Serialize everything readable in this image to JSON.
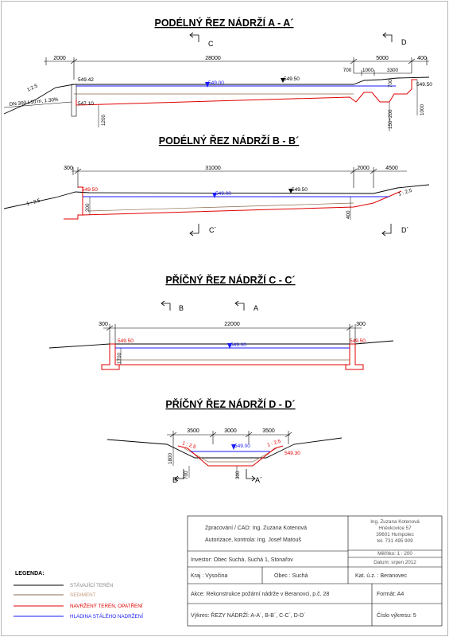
{
  "titles": {
    "aa": "PODÉLNÝ ŘEZ NÁDRŽÍ   A - A´",
    "bb": "PODÉLNÝ ŘEZ NÁDRŽÍ   B - B´",
    "cc": "PŘÍČNÝ ŘEZ NÁDRŽÍ   C - C´",
    "dd": "PŘÍČNÝ ŘEZ NÁDRŽÍ   D - D´"
  },
  "section_aa": {
    "dims_top": [
      "2000",
      "28000",
      "5000",
      "400"
    ],
    "dims_sub": [
      "700",
      "1000",
      "3300"
    ],
    "levels": [
      "549.42",
      "549.00",
      "549.50",
      "547.10",
      "549.50"
    ],
    "vertical_dims": [
      "1200",
      "700",
      "150÷200",
      "1000"
    ],
    "pipe_label": "DN 300 L10 m, 1.30%",
    "slope_label": "1:2.5",
    "markers": [
      "C",
      "D"
    ]
  },
  "section_bb": {
    "dims_top": [
      "300",
      "31000",
      "2000",
      "4500"
    ],
    "levels": [
      "549.50",
      "549.00",
      "549.50"
    ],
    "vertical_dims": [
      "200",
      "400"
    ],
    "slope_left": "1 : 2.5",
    "slope_right": "1 : 2.5",
    "markers": [
      "C´",
      "D´"
    ]
  },
  "section_cc": {
    "dims_top": [
      "300",
      "22000",
      "300"
    ],
    "levels": [
      "549.50",
      "549.00",
      "549.50"
    ],
    "vertical_dims": [
      "1700"
    ],
    "markers": [
      "B",
      "A"
    ]
  },
  "section_dd": {
    "dims_top": [
      "3500",
      "3000",
      "3500"
    ],
    "levels": [
      "549.00",
      "549.30"
    ],
    "vertical_dims": [
      "1800",
      "700",
      "300"
    ],
    "slope_left": "1 : 2.5",
    "slope_right": "1 : 2.5",
    "markers": [
      "B´",
      "A´"
    ]
  },
  "legend": {
    "title": "LEGENDA:",
    "items": [
      {
        "label": "STÁVAJÍCÍ TERÉN",
        "color": "#000000"
      },
      {
        "label": "SEDIMENT",
        "color": "#8b6a4e"
      },
      {
        "label": "NAVRŽENÝ TERÉN, OPATŘENÍ",
        "color": "#e00000"
      },
      {
        "label": "HLADINA STÁLÉHO NADRŽENÍ",
        "color": "#1a1aff"
      }
    ]
  },
  "title_block": {
    "zpracovani": "Zpracování / CAD: Ing. Zuzana Kotenová",
    "autorizace": "Autorizace, kontrola: Ing. Josef Matouš",
    "company": [
      "Ing. Zuzana Kotenová",
      "Hněvkovice 57",
      "39601 Humpolec",
      "tel. 731 495 909"
    ],
    "meritko": "Měřítko: 1 : 200",
    "datum": "Datum: srpen 2012",
    "investor": "Investor: Obec Suchá, Suchá 1, Stonařov",
    "kraj": "Kraj : Vysočina",
    "obec": "Obec : Suchá",
    "katuz": "Kat. ú.z. : Beranovec",
    "akce": "Akce: Rekonstrukce požární nádrže v Beranovci, p.č. 28",
    "format": "Formát: A4",
    "vykres": "Výkres: ŘEZY NÁDRŽÍ: A-A´, B-B´, C-C´, D-D´",
    "cislo": "Číslo výkresu: 5"
  }
}
